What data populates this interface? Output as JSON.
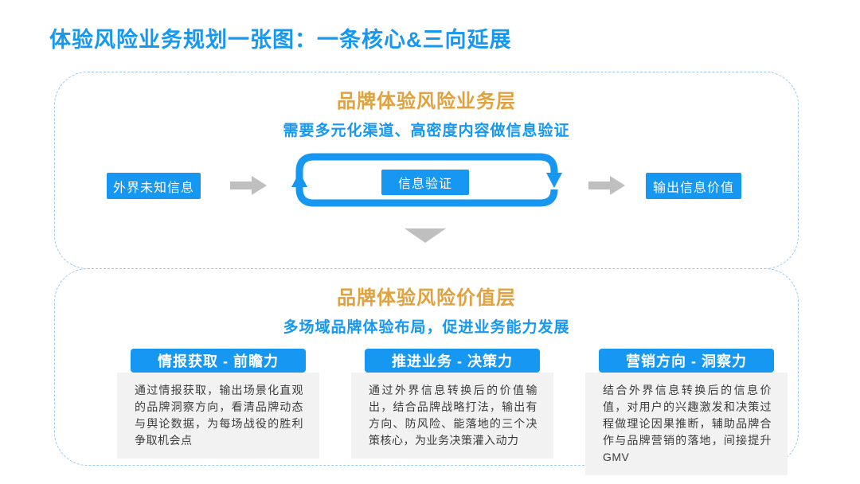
{
  "page": {
    "title": "体验风险业务规划一张图：一条核心&三向延展"
  },
  "colors": {
    "accent_blue": "#1697F1",
    "title_blue": "#1697F1",
    "accent_orange": "#DFA23E",
    "panel_border": "#9CC9EE",
    "arrow_gray": "#BFBFBF",
    "column_body_bg": "#F2F2F2",
    "column_body_text": "#3C3C3C"
  },
  "business_layer": {
    "title": "品牌体验风险业务层",
    "subtitle": "需要多元化渠道、高密度内容做信息验证",
    "input_box": "外界未知信息",
    "loop_box": "信息验证",
    "output_box": "输出信息价值"
  },
  "value_layer": {
    "title": "品牌体验风险价值层",
    "subtitle": "多场域品牌体验布局，促进业务能力发展",
    "columns": [
      {
        "header": "情报获取 - 前瞻力",
        "body": "通过情报获取，输出场景化直观的品牌洞察方向，看清品牌动态与舆论数据，为每场战役的胜利争取机会点"
      },
      {
        "header": "推进业务 - 决策力",
        "body": "通过外界信息转换后的价值输出，结合品牌战略打法，输出有方向、防风险、能落地的三个决策核心，为业务决策灌入动力"
      },
      {
        "header": "营销方向 - 洞察力",
        "body": "结合外界信息转换后的信息价值，对用户的兴趣激发和决策过程做理论因果推断，辅助品牌合作与品牌营销的落地，间接提升GMV"
      }
    ]
  }
}
